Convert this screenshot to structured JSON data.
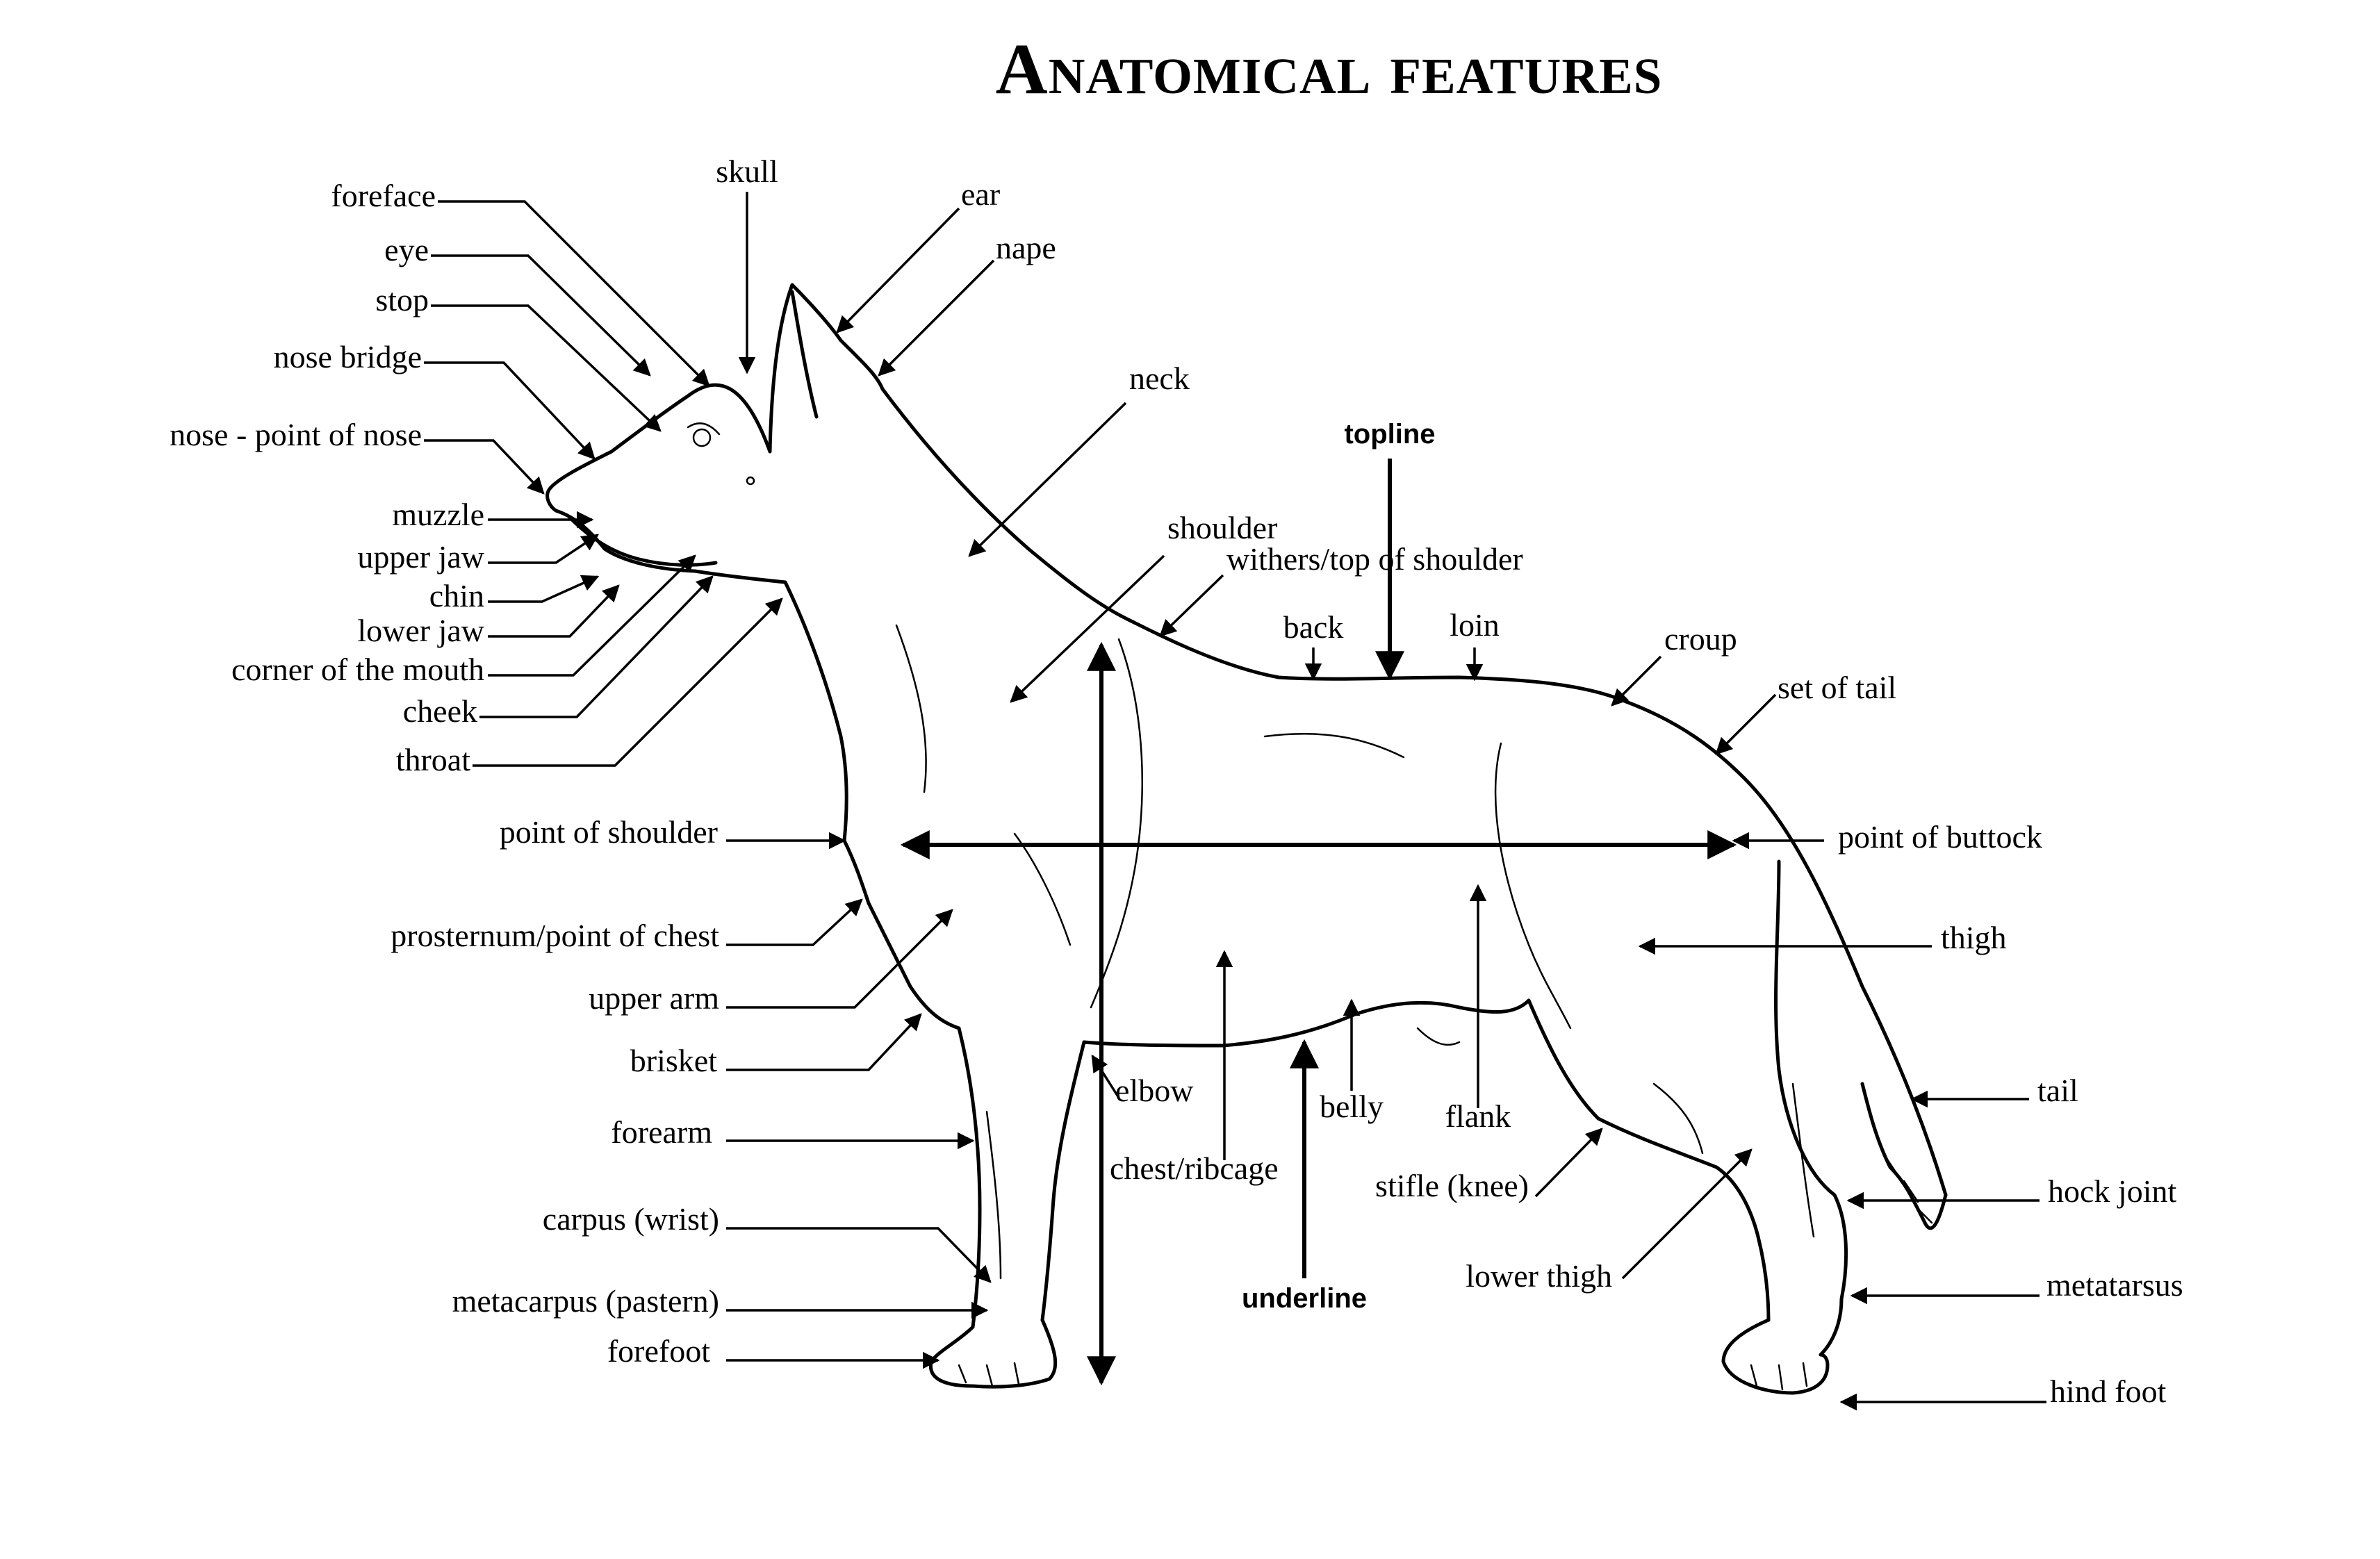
{
  "title": "Anatomical features",
  "labels": {
    "foreface": "foreface",
    "eye": "eye",
    "stop": "stop",
    "nose_bridge": "nose bridge",
    "nose": "nose - point of nose",
    "muzzle": "muzzle",
    "upper_jaw": "upper jaw",
    "chin": "chin",
    "lower_jaw": "lower jaw",
    "corner_of_mouth": "corner of the mouth",
    "cheek": "cheek",
    "throat": "throat",
    "skull": "skull",
    "ear": "ear",
    "nape": "nape",
    "neck": "neck",
    "topline": "topline",
    "shoulder": "shoulder",
    "withers": "withers/top of shoulder",
    "back": "back",
    "loin": "loin",
    "croup": "croup",
    "set_of_tail": "set of tail",
    "point_of_shoulder": "point of shoulder",
    "point_of_buttock": "point of buttock",
    "prosternum": "prosternum/point of chest",
    "thigh": "thigh",
    "upper_arm": "upper arm",
    "brisket": "brisket",
    "tail": "tail",
    "elbow": "elbow",
    "belly": "belly",
    "flank": "flank",
    "forearm": "forearm",
    "chest_ribcage": "chest/ribcage",
    "stifle": "stifle (knee)",
    "hock_joint": "hock joint",
    "carpus": "carpus (wrist)",
    "lower_thigh": "lower thigh",
    "metatarsus": "metatarsus",
    "metacarpus": "metacarpus (pastern)",
    "underline": "underline",
    "forefoot": "forefoot",
    "hind_foot": "hind foot"
  }
}
